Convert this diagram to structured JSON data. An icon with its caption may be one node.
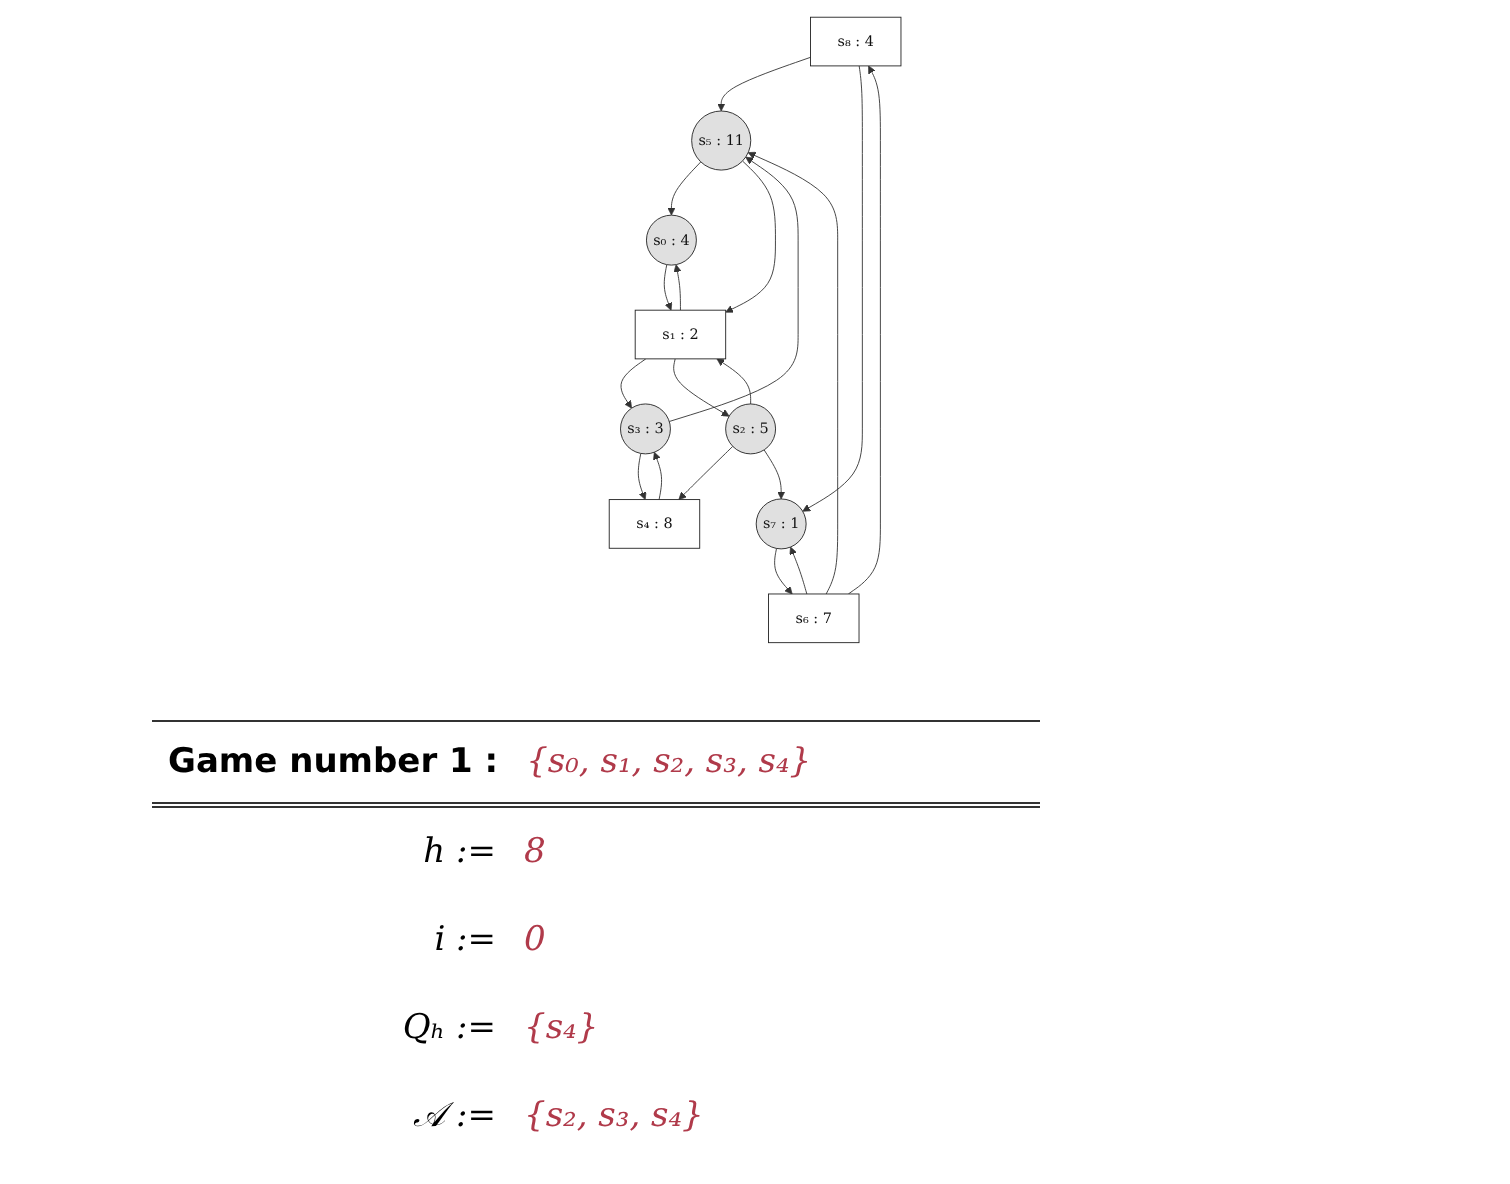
{
  "diagram": {
    "nodes": [
      {
        "text": [
          "s₈ : 4"
        ]
      },
      {
        "text": [
          "s₅ : 11"
        ]
      },
      {
        "text": [
          "s₆ : 7"
        ]
      },
      {
        "text": [
          "s₇ : 1"
        ]
      },
      {
        "text": [
          "s₃ : 3"
        ]
      },
      {
        "text": [
          "s₄ : 8"
        ]
      },
      {
        "text": [
          "s₀ : 4"
        ]
      },
      {
        "text": [
          "s₁ : 2"
        ]
      },
      {
        "text": [
          "s₂ : 5"
        ]
      }
    ],
    "edges": [
      {
        "from": 0,
        "to": 1,
        "arrow": "to"
      },
      {
        "from": 0,
        "to": 3,
        "arrow": "to"
      },
      {
        "from": 2,
        "to": 0,
        "arrow": "to"
      },
      {
        "from": 2,
        "to": 1,
        "arrow": "to"
      },
      {
        "from": 2,
        "to": 3,
        "arrow": "to"
      },
      {
        "from": 3,
        "to": 2,
        "arrow": "to"
      },
      {
        "from": 1,
        "to": 6,
        "arrow": "to"
      },
      {
        "from": 1,
        "to": 7,
        "arrow": "to"
      },
      {
        "from": 4,
        "to": 1,
        "arrow": "to"
      },
      {
        "from": 4,
        "to": 5,
        "arrow": "to"
      },
      {
        "from": 5,
        "to": 4,
        "arrow": "to"
      },
      {
        "from": 7,
        "to": 4,
        "arrow": "to"
      },
      {
        "from": 8,
        "to": 5,
        "arrow": "to"
      },
      {
        "from": 8,
        "to": 3,
        "arrow": "to"
      },
      {
        "from": 6,
        "to": 7,
        "arrow": "to"
      },
      {
        "from": 7,
        "to": 6,
        "arrow": "to"
      },
      {
        "from": 7,
        "to": 8,
        "arrow": "to"
      },
      {
        "from": 8,
        "to": 7,
        "arrow": "to"
      }
    ],
    "labels": [
      "Game number 1 :",
      "{s₀, s₁, s₂, s₃, s₄}",
      "h :=",
      "8",
      "i :=",
      "0",
      "Qₕ :=",
      "{s₄}",
      "𝒜 :=",
      "{s₂, s₃, s₄}"
    ]
  }
}
